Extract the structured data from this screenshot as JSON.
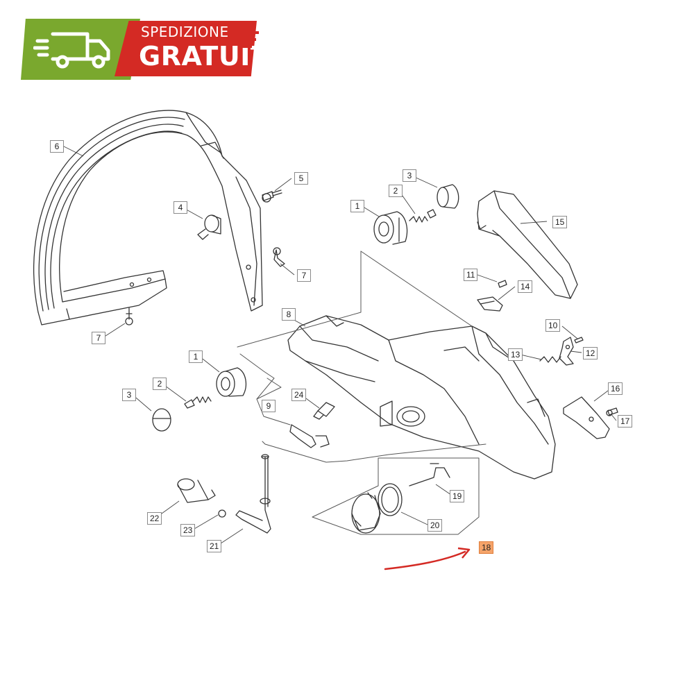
{
  "badge": {
    "line1": "SPEDIZIONE",
    "line2": "GRATUITA",
    "green": "#7aa82e",
    "red": "#d42a24",
    "icon": "truck-icon"
  },
  "callouts": {
    "c1a": "1",
    "c1b": "1",
    "c2a": "2",
    "c2b": "2",
    "c3a": "3",
    "c3b": "3",
    "c4": "4",
    "c5": "5",
    "c6": "6",
    "c7a": "7",
    "c7b": "7",
    "c8": "8",
    "c9": "9",
    "c10": "10",
    "c11": "11",
    "c12": "12",
    "c13": "13",
    "c14": "14",
    "c15": "15",
    "c16": "16",
    "c17": "17",
    "c18": "18",
    "c19": "19",
    "c20": "20",
    "c21": "21",
    "c22": "22",
    "c23": "23",
    "c24": "24"
  },
  "highlight_color": "#f5a46a",
  "arrow_color": "#d42a24"
}
